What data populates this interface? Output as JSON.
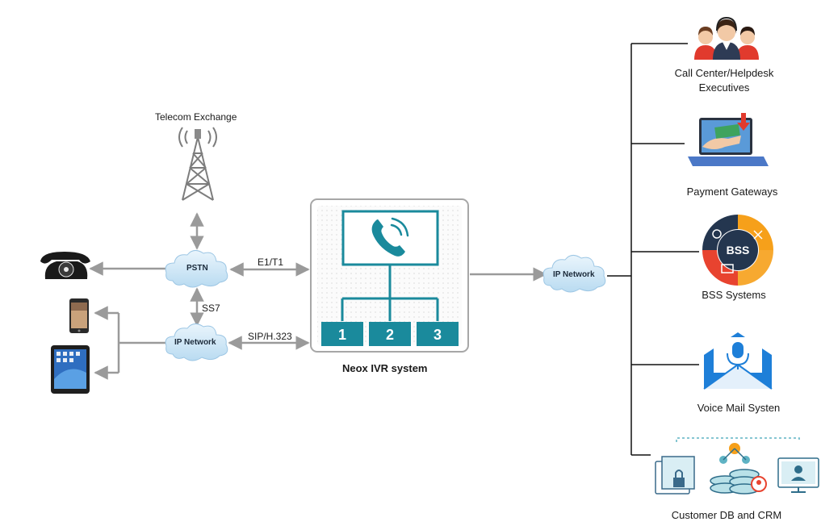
{
  "diagram": {
    "telecom_exchange": "Telecom Exchange",
    "pstn": "PSTN",
    "ip_network_left": "IP Network",
    "ip_network_right": "IP Network",
    "e1t1": "E1/T1",
    "ss7": "SS7",
    "sip": "SIP/H.323",
    "ivr_title": "Neox IVR system",
    "ivr_keys": [
      "1",
      "2",
      "3"
    ],
    "call_center": [
      "Call Center/Helpdesk",
      "Executives"
    ],
    "payment_gateways": "Payment Gateways",
    "bss_systems": "BSS Systems",
    "bss_badge": "BSS",
    "voice_mail": "Voice Mail Systen",
    "customer_db": "Customer DB and CRM"
  },
  "colors": {
    "teal": "#1a8a9c",
    "arrow_gray": "#9a9a9a",
    "cloud_blue": "#cfe6f6",
    "line_black": "#111111",
    "bss_orange": "#f6a01a",
    "bss_red": "#e8432f",
    "bss_navy": "#24364f",
    "mail_blue": "#1e7fd8"
  }
}
